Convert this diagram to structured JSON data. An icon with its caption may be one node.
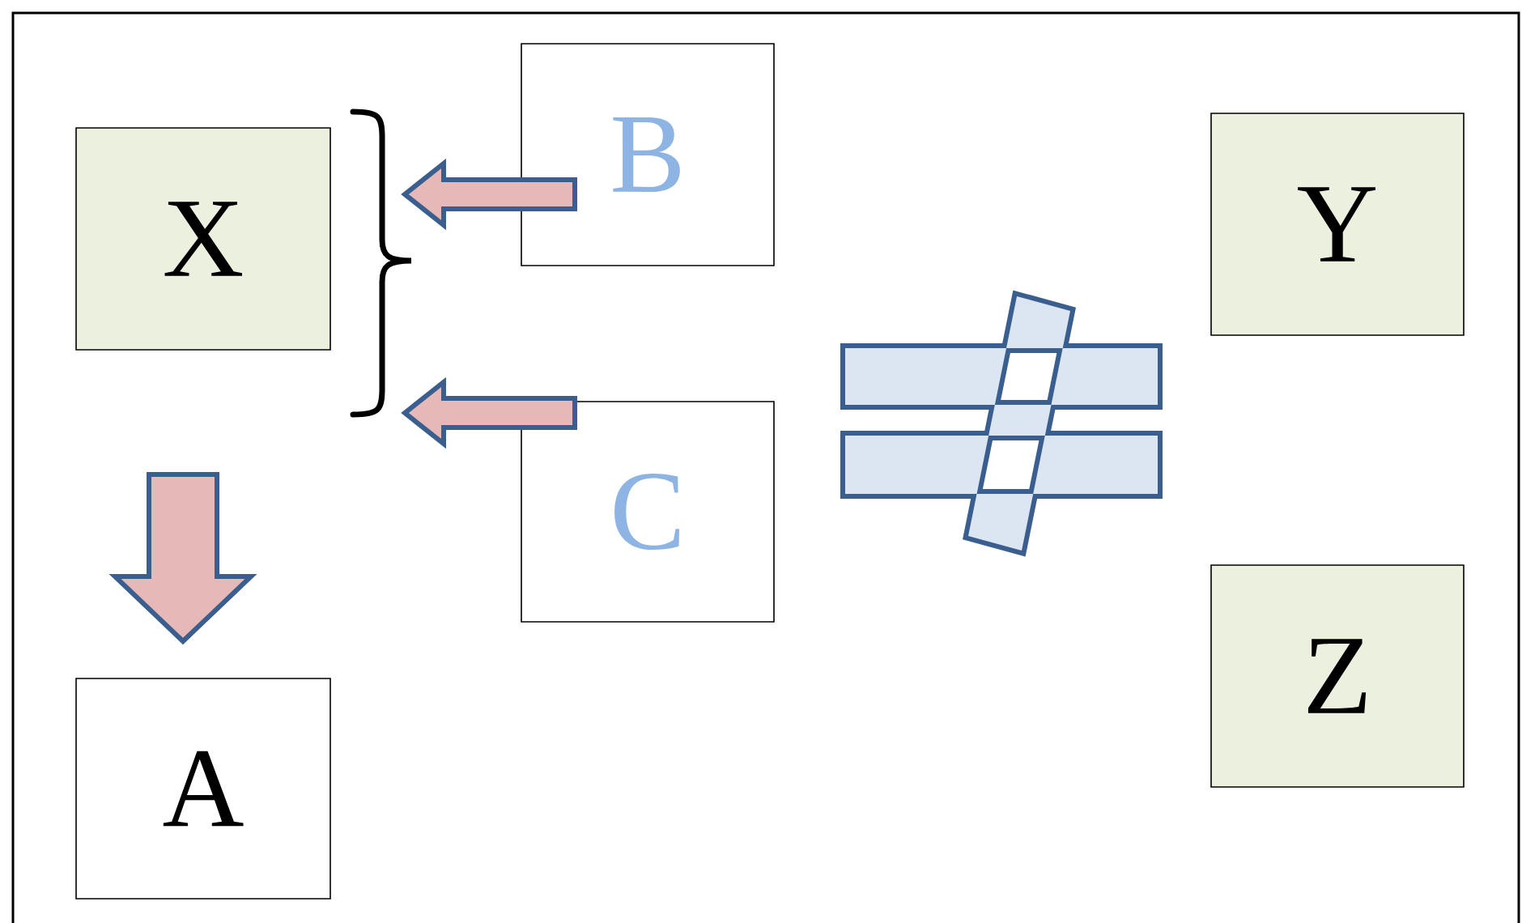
{
  "diagram": {
    "nodes": [
      {
        "text": [
          "X"
        ]
      },
      {
        "text": [
          "B"
        ]
      },
      {
        "text": [
          "C"
        ]
      },
      {
        "text": [
          "A"
        ]
      },
      {
        "text": [
          "Y"
        ]
      },
      {
        "text": [
          "Z"
        ]
      }
    ],
    "edges": [
      {
        "from": 1,
        "to": 0,
        "arrow": "to"
      },
      {
        "from": 2,
        "to": 0,
        "arrow": "to"
      },
      {
        "from": 0,
        "to": 3,
        "arrow": "to"
      }
    ]
  }
}
